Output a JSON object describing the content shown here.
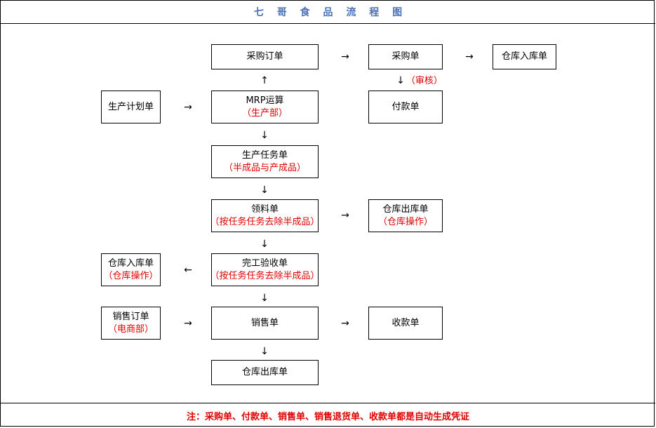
{
  "document": {
    "title": "七 哥 食 品 流 程 图",
    "title_color": "#4a72b8",
    "accent_color": "#e00000",
    "footer_note": "注：采购单、付款单、销售单、销售退货单、收款单都是自动生成凭证"
  },
  "nodes": [
    {
      "id": "purchase-order",
      "main": "采购订单",
      "sub": ""
    },
    {
      "id": "purchase-bill",
      "main": "采购单",
      "sub": ""
    },
    {
      "id": "warehouse-inbound-top",
      "main": "仓库入库单",
      "sub": ""
    },
    {
      "id": "production-plan",
      "main": "生产计划单",
      "sub": ""
    },
    {
      "id": "mrp-calculation",
      "main": "MRP运算",
      "sub": "（生产部）"
    },
    {
      "id": "payment-bill",
      "main": "付款单",
      "sub": ""
    },
    {
      "id": "production-task",
      "main": "生产任务单",
      "sub": "（半成品与产成品）"
    },
    {
      "id": "material-requisition",
      "main": "领料单",
      "sub": "（按任务任务去除半成品）"
    },
    {
      "id": "warehouse-outbound-mid",
      "main": "仓库出库单",
      "sub": "（仓库操作）"
    },
    {
      "id": "warehouse-inbound-left",
      "main": "仓库入库单",
      "sub": "（仓库操作）"
    },
    {
      "id": "completion-acceptance",
      "main": "完工验收单",
      "sub": "（按任务任务去除半成品）"
    },
    {
      "id": "sales-order",
      "main": "销售订单",
      "sub": "（电商部）"
    },
    {
      "id": "sales-bill",
      "main": "销售单",
      "sub": ""
    },
    {
      "id": "receipt-bill",
      "main": "收款单",
      "sub": ""
    },
    {
      "id": "warehouse-outbound-bot",
      "main": "仓库出库单",
      "sub": ""
    }
  ],
  "connectors": [
    {
      "id": "po-to-pb",
      "glyph": "→",
      "tag": ""
    },
    {
      "id": "pb-to-wi",
      "glyph": "→",
      "tag": ""
    },
    {
      "id": "mrp-to-po",
      "glyph": "↑",
      "tag": ""
    },
    {
      "id": "pb-to-payment",
      "glyph": "↓",
      "tag": "（审核）"
    },
    {
      "id": "plan-to-mrp",
      "glyph": "→",
      "tag": ""
    },
    {
      "id": "mrp-to-task",
      "glyph": "↓",
      "tag": ""
    },
    {
      "id": "task-to-mat",
      "glyph": "↓",
      "tag": ""
    },
    {
      "id": "mat-to-wout",
      "glyph": "→",
      "tag": ""
    },
    {
      "id": "mat-to-comp",
      "glyph": "↓",
      "tag": ""
    },
    {
      "id": "comp-to-win",
      "glyph": "←",
      "tag": ""
    },
    {
      "id": "comp-to-sales",
      "glyph": "↓",
      "tag": ""
    },
    {
      "id": "sorder-to-sbill",
      "glyph": "→",
      "tag": ""
    },
    {
      "id": "sbill-to-receipt",
      "glyph": "→",
      "tag": ""
    },
    {
      "id": "sbill-to-wout",
      "glyph": "↓",
      "tag": ""
    }
  ]
}
